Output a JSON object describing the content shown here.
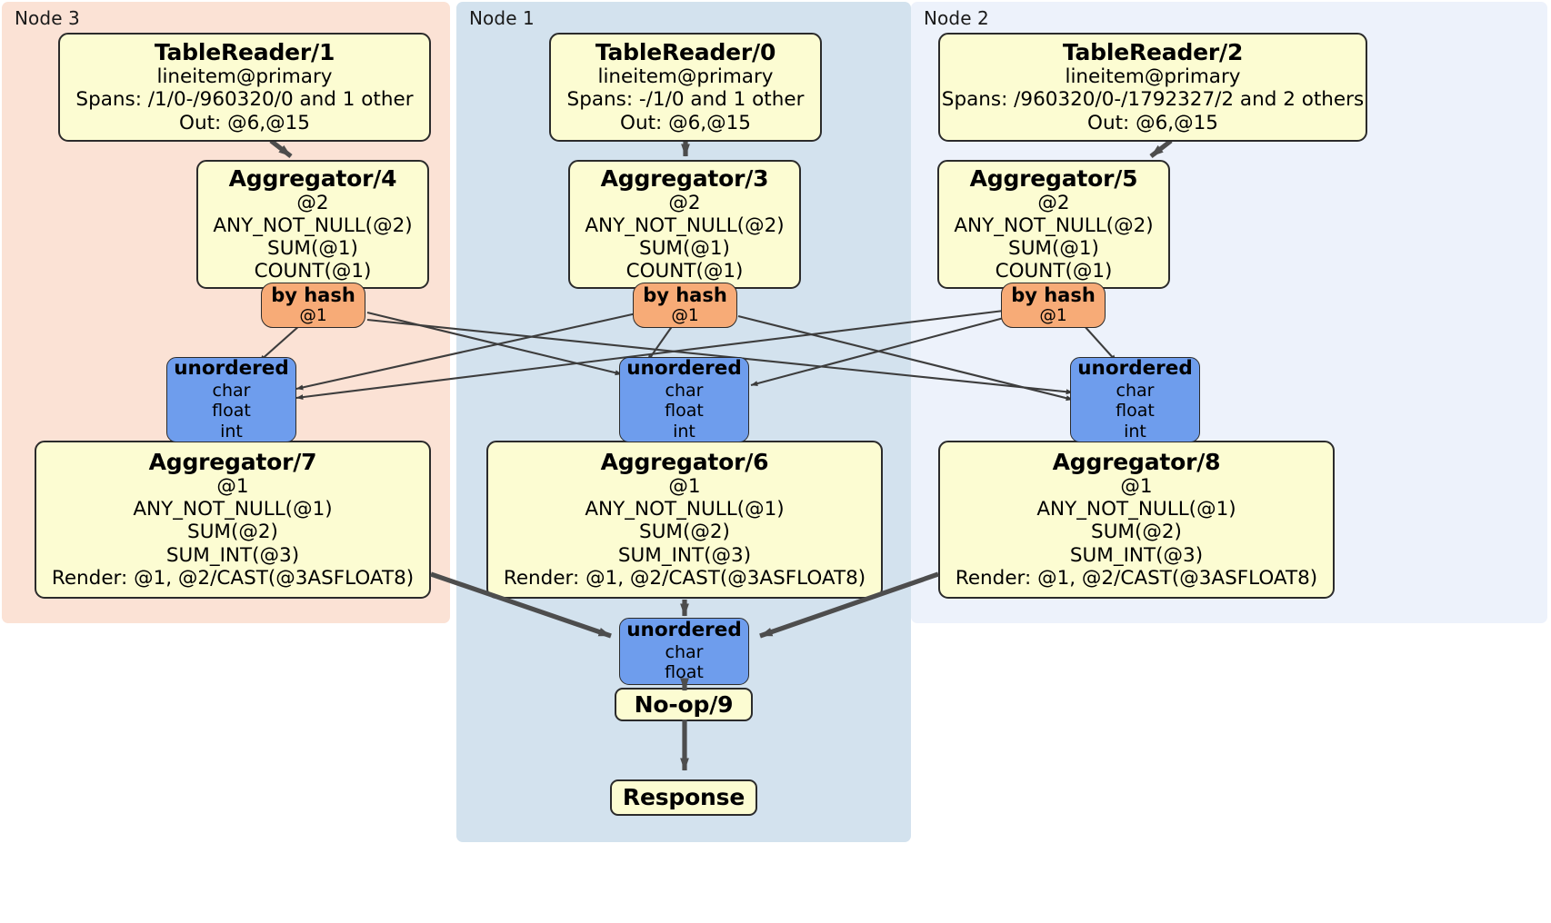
{
  "diagram": {
    "title": "Distributed query plan",
    "colors": {
      "node3_panel": "#fbe2d5",
      "node1_panel": "#d3e2ee",
      "node2_panel": "#edf2fb",
      "processor_fill": "#fcfcd2",
      "router_fill": "#f7ab77",
      "sync_fill": "#6e9ded",
      "stroke": "#2b2b2b",
      "thin_edge": "#444444",
      "thick_edge": "#4d4d4d"
    }
  },
  "panels": [
    {
      "id": "node3",
      "label": "Node 3"
    },
    {
      "id": "node1",
      "label": "Node 1"
    },
    {
      "id": "node2",
      "label": "Node 2"
    }
  ],
  "table_readers": [
    {
      "id": "tr1",
      "title": "TableReader/1",
      "table": "lineitem@primary",
      "spans": "Spans: /1/0-/960320/0 and 1 other",
      "out": "Out: @6,@15"
    },
    {
      "id": "tr0",
      "title": "TableReader/0",
      "table": "lineitem@primary",
      "spans": "Spans: -/1/0 and 1 other",
      "out": "Out: @6,@15"
    },
    {
      "id": "tr2",
      "title": "TableReader/2",
      "table": "lineitem@primary",
      "spans": "Spans: /960320/0-/1792327/2 and 2 others",
      "out": "Out: @6,@15"
    }
  ],
  "local_aggregators": [
    {
      "id": "agg4",
      "title": "Aggregator/4",
      "group": "@2",
      "funcs": [
        "ANY_NOT_NULL(@2)",
        "SUM(@1)",
        "COUNT(@1)"
      ]
    },
    {
      "id": "agg3",
      "title": "Aggregator/3",
      "group": "@2",
      "funcs": [
        "ANY_NOT_NULL(@2)",
        "SUM(@1)",
        "COUNT(@1)"
      ]
    },
    {
      "id": "agg5",
      "title": "Aggregator/5",
      "group": "@2",
      "funcs": [
        "ANY_NOT_NULL(@2)",
        "SUM(@1)",
        "COUNT(@1)"
      ]
    }
  ],
  "routers": [
    {
      "id": "hash-left",
      "title": "by hash",
      "sub": "@1"
    },
    {
      "id": "hash-middle",
      "title": "by hash",
      "sub": "@1"
    },
    {
      "id": "hash-right",
      "title": "by hash",
      "sub": "@1"
    }
  ],
  "synchronizers": [
    {
      "id": "sync-left",
      "title": "unordered",
      "types": [
        "char",
        "float",
        "int"
      ]
    },
    {
      "id": "sync-middle",
      "title": "unordered",
      "types": [
        "char",
        "float",
        "int"
      ]
    },
    {
      "id": "sync-right",
      "title": "unordered",
      "types": [
        "char",
        "float",
        "int"
      ]
    },
    {
      "id": "sync-final",
      "title": "unordered",
      "types": [
        "char",
        "float"
      ]
    }
  ],
  "final_aggregators": [
    {
      "id": "agg7",
      "title": "Aggregator/7",
      "group": "@1",
      "funcs": [
        "ANY_NOT_NULL(@1)",
        "SUM(@2)",
        "SUM_INT(@3)"
      ],
      "render": "Render: @1, @2/CAST(@3ASFLOAT8)"
    },
    {
      "id": "agg6",
      "title": "Aggregator/6",
      "group": "@1",
      "funcs": [
        "ANY_NOT_NULL(@1)",
        "SUM(@2)",
        "SUM_INT(@3)"
      ],
      "render": "Render: @1, @2/CAST(@3ASFLOAT8)"
    },
    {
      "id": "agg8",
      "title": "Aggregator/8",
      "group": "@1",
      "funcs": [
        "ANY_NOT_NULL(@1)",
        "SUM(@2)",
        "SUM_INT(@3)"
      ],
      "render": "Render: @1, @2/CAST(@3ASFLOAT8)"
    }
  ],
  "terminal": {
    "noop": "No-op/9",
    "response": "Response"
  }
}
